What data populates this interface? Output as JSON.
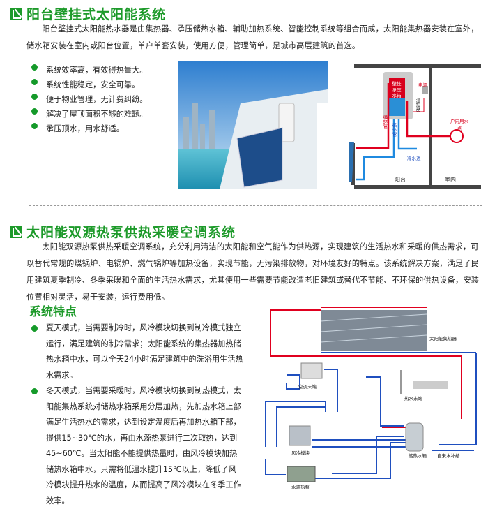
{
  "section1": {
    "title": "阳台壁挂式太阳能系统",
    "intro": "阳台壁挂式太阳能热水器是由集热器、承压储热水箱、辅助加热系统、智能控制系统等组合而成，太阳能集热器安装在室外，储水箱安装在室内或阳台位置，单户单套安装，使用方便，管理简单，是城市高层建筑的首选。",
    "bullets": [
      "系统效率高，有效得热量大。",
      "系统性能稳定，安全可靠。",
      "便于物业管理，无计费纠纷。",
      "解决了屋顶面积不够的难题。",
      "承压顶水，用水舒适。"
    ],
    "diagram_labels": {
      "tank": "壁挂承压水箱",
      "power": "电源",
      "controller": "温控器",
      "outlet": "户内用水点",
      "cold_in": "冷水进",
      "balcony": "阳台",
      "indoor": "室内",
      "hot_pipe": "循环管",
      "cold_pipe": "循环管"
    }
  },
  "section2": {
    "title": "太阳能双源热泵供热采暖空调系统",
    "intro": "太阳能双源热泵供热采暖空调系统，充分利用清洁的太阳能和空气能作为供热源，实现建筑的生活热水和采暖的供热需求，可以替代常规的煤锅炉、电锅炉、燃气锅炉等加热设备，实现节能，无污染排放物，对环境友好的特点。该系统解决方案，满足了民用建筑夏季制冷、冬季采暖和全面的生活热水需求，尤其使用一些需要节能改造老旧建筑或替代不节能、不环保的供热设备，安装位置相对灵活，易于安装，运行费用低。",
    "features_title": "系统特点",
    "features": [
      "夏天模式，当需要制冷时，风冷模块切换到制冷模式独立运行，满足建筑的制冷需求；太阳能系统的集热器加热储热水箱中水，可以全天24小时满足建筑中的洗浴用生活热水需求。",
      "冬天模式，当需要采暖时，风冷模块切换到制热模式，太阳能集热系统对储热水箱采用分层加热，先加热水箱上部满足生活热水的需求，达到设定温度后再加热水箱下部，提供15~30℃的水，再由水源热泵进行二次取热，达到45~60℃。当太阳能不能提供热量时，由风冷模块加热储热水箱中水，只需将低温水提升15℃以上，降低了风冷模块提升热水的温度，从而提高了风冷模块在冬季工作效率。"
    ],
    "diagram_labels": {
      "collector": "太阳能集热器",
      "ac_end": "空调末端",
      "hot_end": "热水末端",
      "air_module": "风冷模块",
      "storage_tank": "储热水箱",
      "tap_supply": "自来水补给",
      "water_pump": "水源热泵"
    }
  },
  "colors": {
    "green": "#1d9a2a",
    "red": "#e0001f",
    "blue": "#1f4fbf"
  }
}
